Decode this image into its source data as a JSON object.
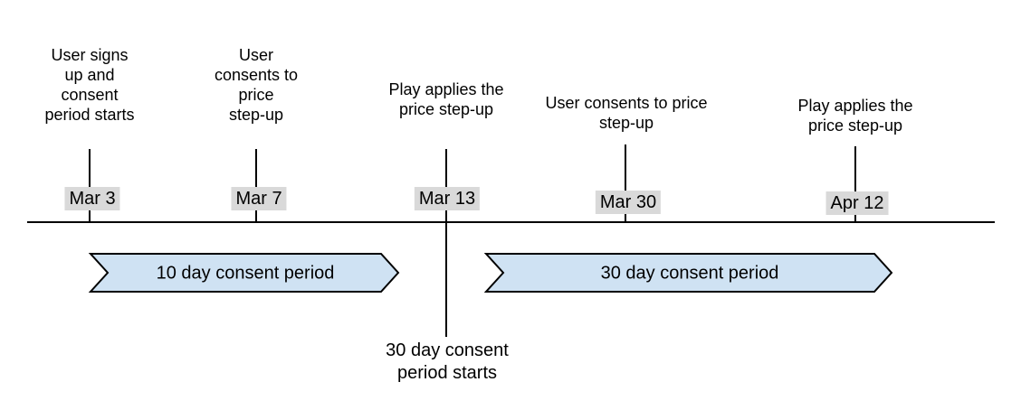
{
  "colors": {
    "background": "#ffffff",
    "line": "#000000",
    "text": "#000000",
    "date_label_bg": "#d9d9d9",
    "band_fill": "#cfe2f3",
    "band_border": "#000000"
  },
  "timeline": {
    "events": [
      {
        "date": "Mar 3",
        "label": "User signs\nup and\nconsent\nperiod starts"
      },
      {
        "date": "Mar 7",
        "label": "User\nconsents to\nprice\nstep-up"
      },
      {
        "date": "Mar 13",
        "label": "Play applies the\nprice step-up"
      },
      {
        "date": "Mar 30",
        "label": "User consents to price\nstep-up"
      },
      {
        "date": "Apr 12",
        "label": "Play applies the\nprice step-up"
      }
    ],
    "bands": [
      {
        "label": "10 day consent period"
      },
      {
        "label": "30 day consent period"
      }
    ],
    "note": "30 day consent\nperiod starts"
  }
}
